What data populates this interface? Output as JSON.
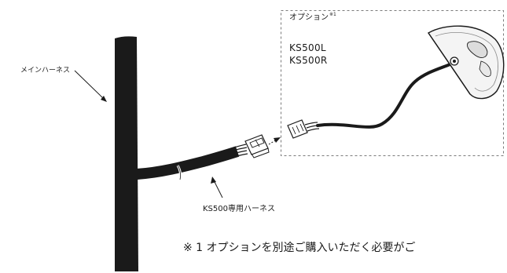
{
  "option_box": {
    "title": "オプション",
    "note_mark": "※1",
    "models": [
      "KS500L",
      "KS500R"
    ]
  },
  "labels": {
    "main_harness": "メインハーネス",
    "ks500_harness": "KS500専用ハーネス"
  },
  "footnote": "※ 1  オプションを別途ご購入いただく必要がご",
  "colors": {
    "line": "#1a1a1a",
    "dash_border": "#7a7a7a",
    "light_body": "#f4f4f4",
    "lens": "#dcdcdc"
  }
}
